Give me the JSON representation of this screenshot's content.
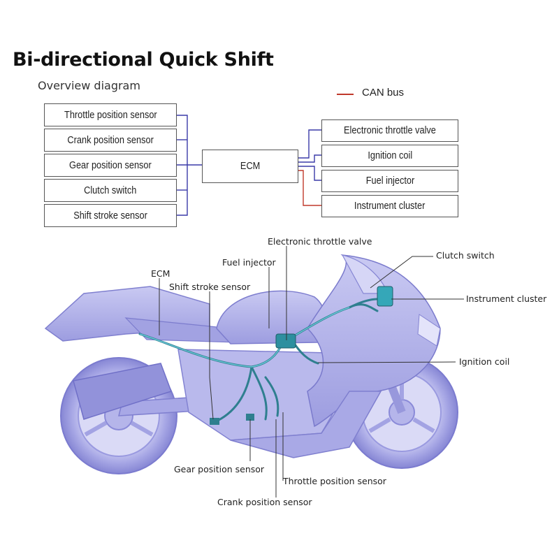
{
  "title": "Bi-directional Quick Shift",
  "subtitle": "Overview diagram",
  "legend": {
    "label": "CAN bus",
    "color": "#c0392b"
  },
  "line_color": "#3a3aa8",
  "inputs": [
    "Throttle position sensor",
    "Crank position sensor",
    "Gear position sensor",
    "Clutch switch",
    "Shift stroke sensor"
  ],
  "ecm": "ECM",
  "outputs": [
    "Electronic throttle valve",
    "Ignition coil",
    "Fuel injector",
    "Instrument cluster"
  ],
  "callouts": {
    "electronic_throttle_valve": "Electronic throttle valve",
    "clutch_switch": "Clutch switch",
    "fuel_injector": "Fuel injector",
    "ecm": "ECM",
    "shift_stroke_sensor": "Shift stroke sensor",
    "instrument_cluster": "Instrument cluster",
    "ignition_coil": "Ignition coil",
    "gear_position_sensor": "Gear position sensor",
    "throttle_position_sensor": "Throttle position sensor",
    "crank_position_sensor": "Crank position sensor"
  }
}
